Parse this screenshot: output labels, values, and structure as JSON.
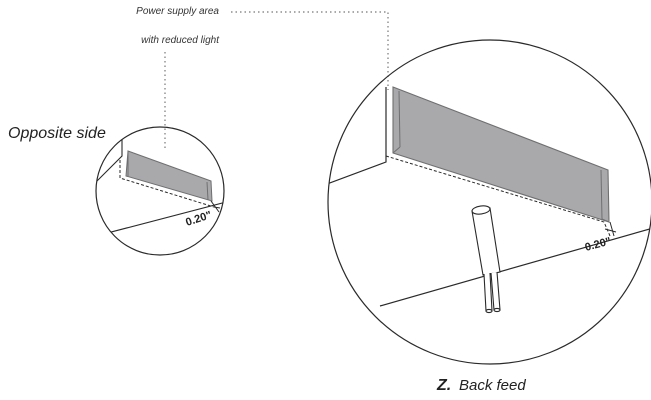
{
  "callout": {
    "line1": "Power supply area",
    "line2": "with reduced light"
  },
  "left_detail": {
    "label": "Opposite side",
    "dimension": "0.20\""
  },
  "right_detail": {
    "dimension": "0.20\""
  },
  "caption": {
    "letter": "Z.",
    "text": "Back feed"
  },
  "colors": {
    "strip_fill": "#a9a9ab",
    "strip_edge": "#6f6f71",
    "line": "#2a2a2a",
    "dotted_leader": "#777777"
  }
}
